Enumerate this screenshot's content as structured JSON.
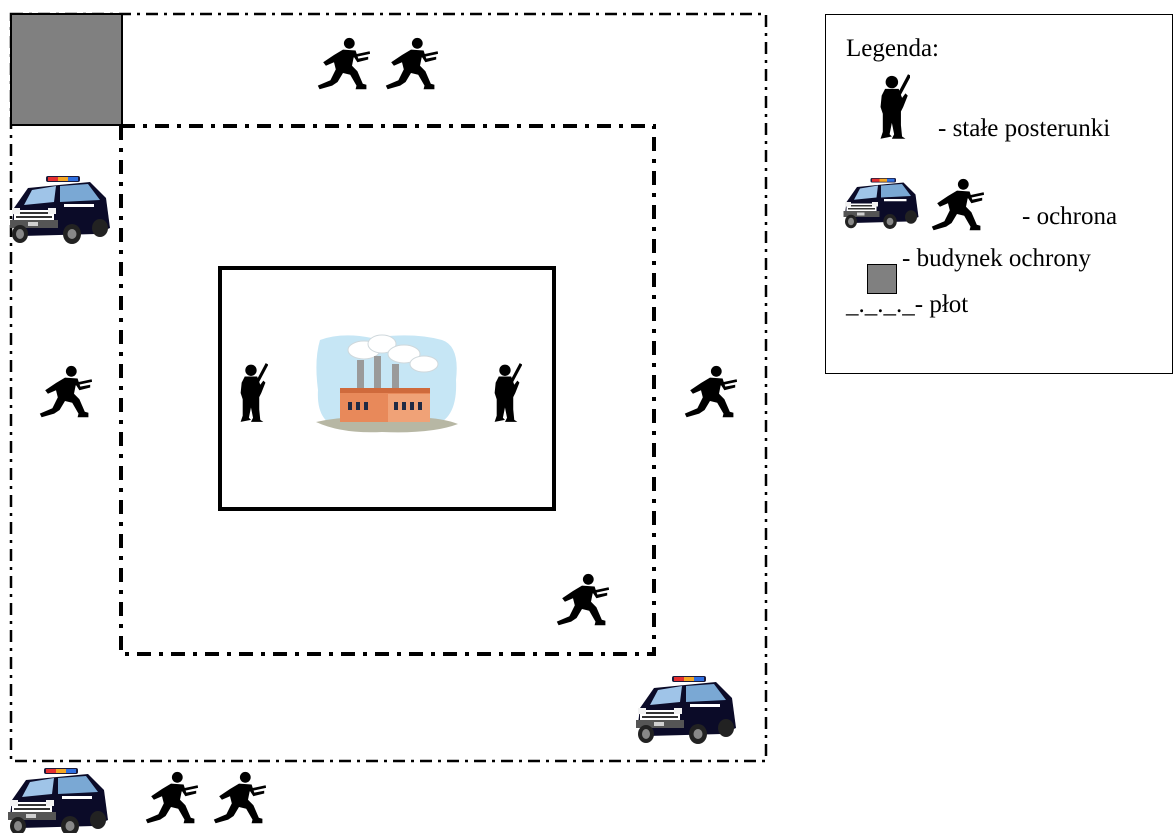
{
  "legend": {
    "title": "Legenda:",
    "items": [
      {
        "icon": "guard-standing-icon",
        "label": "- stałe posterunki"
      },
      {
        "icon": "police-car-icon + soldier-running-icon",
        "label": "- ochrona"
      },
      {
        "icon": "building-swatch",
        "label": "- budynek ochrony",
        "color": "#808080"
      },
      {
        "icon": "fence-line",
        "label": "_._._._- płot"
      }
    ]
  },
  "colors": {
    "security_building": "#808080",
    "lines": "#000000",
    "police_car_body": "#0b0b28",
    "factory_walls": "#e8895a",
    "factory_sky": "#c6e6f5"
  },
  "icons": {
    "standing_guard": "guard-standing-icon",
    "running_soldier": "soldier-running-icon",
    "police_car": "police-car-icon",
    "factory": "factory-icon"
  }
}
